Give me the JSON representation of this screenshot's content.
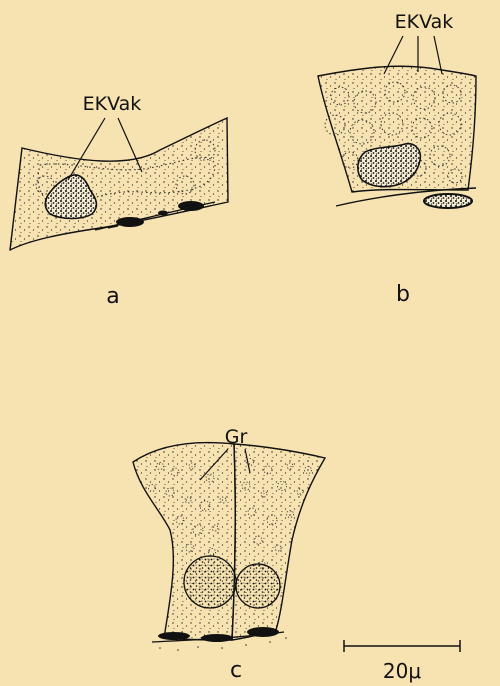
{
  "labels": {
    "a_cell_label": "EKVak",
    "b_cell_label": "EKVak",
    "c_cell_label": "Gr",
    "panel_a": "a",
    "panel_b": "b",
    "panel_c": "c",
    "scale_bar": "20μ"
  },
  "colors": {
    "background": "#f7e3b1",
    "ink": "#111111"
  }
}
